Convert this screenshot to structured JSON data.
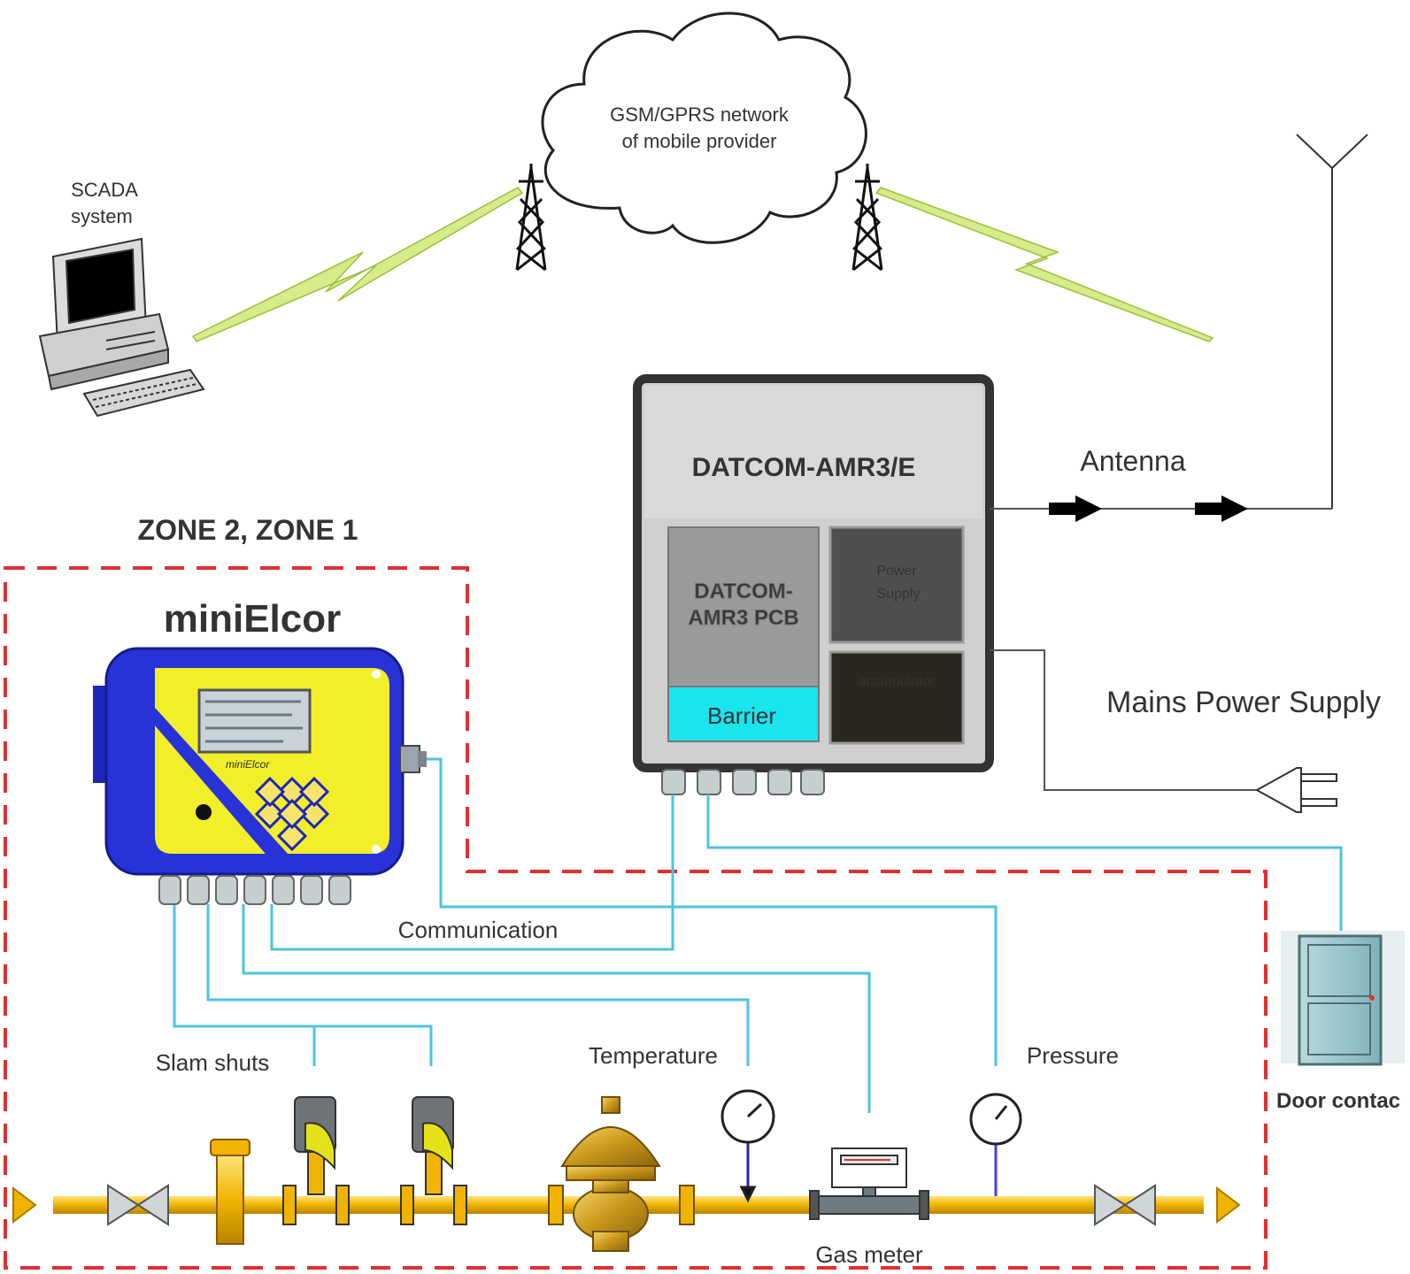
{
  "cloud": {
    "line1": "GSM/GPRS network",
    "line2": "of mobile provider"
  },
  "scada": {
    "line1": "SCADA",
    "line2": "system"
  },
  "datcom": {
    "title": "DATCOM-AMR3/E",
    "module_text_line1": "DATCOM-",
    "module_text_line2": "AMR3 PCB",
    "power_supply_line1": "Power",
    "power_supply_line2": "Supply",
    "accumulator": "accumulator",
    "barrier": "Barrier"
  },
  "antenna_label": "Antenna",
  "mains_label": "Mains Power Supply",
  "zone_label": "ZONE 2, ZONE 1",
  "minielcor_label": "miniElcor",
  "minielcor_face_label": "miniElcor",
  "communication_label": "Communication",
  "slam_shuts_label": "Slam shuts",
  "temperature_label": "Temperature",
  "pressure_label": "Pressure",
  "gas_meter_label": "Gas meter",
  "door_contact_label": "Door contac",
  "colors": {
    "zone": "#e03030",
    "cable": "#4cc3e3",
    "pipe": "#f0b400",
    "minielcor_body": "#2733d6",
    "minielcor_face": "#f2ee2a",
    "barrier": "#18e5ee",
    "barrier_text": "#d81818",
    "lightning": "#cfe87a",
    "minielcor_label": "#1f2ac8"
  }
}
